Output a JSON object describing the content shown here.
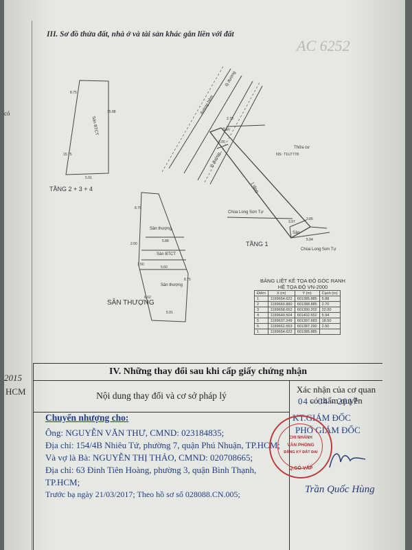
{
  "section3_title": "III. Sơ đồ thửa đất, nhà ở và tài sản khác gắn liền với đất",
  "top_handwriting": "AC 6252",
  "margin_notes": {
    "year": "2015",
    "hcm": "HCM",
    "co": "có"
  },
  "drawing_labels": {
    "floor234": "TẦNG 2 + 3 + 4",
    "floor1": "TẦNG 1",
    "rooftop": "SÂN THƯỢNG",
    "san_btct": "Sàn BTCT",
    "san_thuong": "Sân thượng",
    "san": "Sân",
    "lo_duong": "lộ đường",
    "duong_hem": "đường hẻm",
    "chua_1": "Chùa Long Sơn Tự",
    "chua_2": "Chùa Long Sơn Tự",
    "thua": "Thửa cư",
    "ns_no": "NS: 71U7778",
    "one_tang": "1 tầng",
    "dims": [
      "8.75",
      "15.88",
      "15.75",
      "5.91",
      "5.91",
      "8.75",
      "5.88",
      "2.00",
      "5.60",
      "1.50",
      "8.75",
      "6.62",
      "3.97",
      "3.85",
      "5.94",
      "2.70",
      "3.00"
    ]
  },
  "coords_title": [
    "BẢNG LIỆT KÊ TỌA ĐỘ GÓC RANH",
    "HỆ TỌA ĐỘ VN-2000"
  ],
  "coords_table": {
    "headers": [
      "Điểm",
      "X (m)",
      "Y (m)",
      "Cạnh (m)"
    ],
    "rows": [
      [
        "1",
        "1199654.622",
        "601385.885",
        "5.88"
      ],
      [
        "2",
        "1199660.880",
        "601388.885",
        "2.70"
      ],
      [
        "3",
        "1199658.652",
        "601390.202",
        "22.00"
      ],
      [
        "4",
        "1199640.504",
        "601402.652",
        "5.94"
      ],
      [
        "5",
        "1199637.249",
        "601397.683",
        "18.50"
      ],
      [
        "6",
        "1199652.553",
        "601387.290",
        "2.50"
      ],
      [
        "1",
        "1199654.622",
        "601385.885",
        ""
      ]
    ]
  },
  "section4": {
    "title": "IV. Những thay đổi sau khi cấp giấy chứng nhận",
    "col_left": "Nội dung thay đổi và cơ sở pháp lý",
    "col_right_1": "Xác nhận của cơ quan",
    "col_right_2": "có thẩm quyền",
    "transfer_heading": "Chuyển nhượng cho:",
    "lines": [
      "Ông: NGUYỄN VĂN THƯ, CMND: 023184835;",
      "Địa chỉ: 154/4B Nhiêu Tứ, phường 7, quận Phú Nhuận, TP.HCM;",
      "Và vợ là Bà: NGUYỄN THỊ THẢO, CMND: 020708665;",
      "Địa chỉ: 63 Đinh Tiên Hoàng, phường 3, quận Bình Thạnh,",
      "TP.HCM;",
      "Trước bạ ngày 21/03/2017; Theo hồ sơ số 028088.CN.005;"
    ],
    "date": "04 - 04 - 2017",
    "kt_giam_doc": "KT.GIÁM ĐỐC",
    "pho_giam_doc": "PHÓ GIÁM ĐỐC",
    "stamp": {
      "top": "CHI NHÁNH",
      "mid": "VĂN PHÒNG",
      "low": "ĐĂNG KÝ ĐẤT ĐAI",
      "bottom": "Q.GÒ VẤP"
    },
    "signer": "Trần Quốc Hùng"
  }
}
